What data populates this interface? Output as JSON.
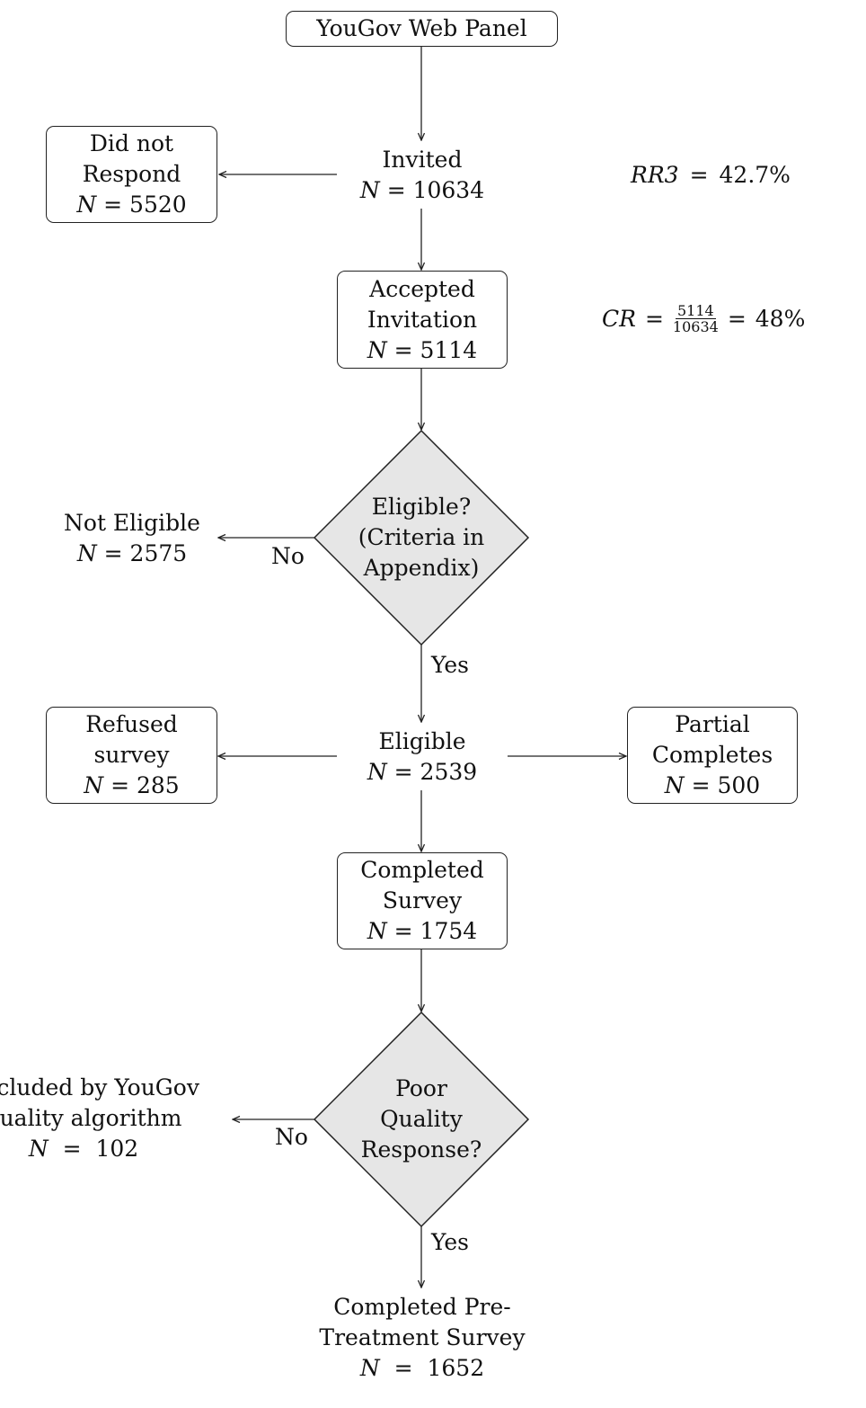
{
  "diagram": {
    "start": {
      "label": "YouGov Web Panel"
    },
    "invited": {
      "label": "Invited",
      "n": "10634"
    },
    "did_not_respond": {
      "line1": "Did not",
      "line2": "Respond",
      "n": "5520"
    },
    "rr3": {
      "var": "RR3",
      "value": "42.7%"
    },
    "accepted": {
      "line1": "Accepted",
      "line2": "Invitation",
      "n": "5114"
    },
    "cr": {
      "var": "CR",
      "numerator": "5114",
      "denominator": "10634",
      "value": "48%"
    },
    "eligible_decision": {
      "line1": "Eligible?",
      "line2": "(Criteria in",
      "line3": "Appendix)"
    },
    "not_eligible": {
      "label": "Not Eligible",
      "n": "2575"
    },
    "eligible": {
      "label": "Eligible",
      "n": "2539"
    },
    "refused": {
      "line1": "Refused",
      "line2": "survey",
      "n": "285"
    },
    "partial": {
      "line1": "Partial",
      "line2": "Completes",
      "n": "500"
    },
    "completed": {
      "line1": "Completed",
      "line2": "Survey",
      "n": "1754"
    },
    "quality_decision": {
      "line1": "Poor",
      "line2": "Quality",
      "line3": "Response?"
    },
    "excluded": {
      "line1": "Excluded by YouGov",
      "line2": "quality algorithm",
      "n": "102"
    },
    "final": {
      "line1": "Completed Pre-",
      "line2": "Treatment Survey",
      "n": "1652"
    },
    "edge_labels": {
      "no_1": "No",
      "yes_1": "Yes",
      "no_2": "No",
      "yes_2": "Yes"
    },
    "n_symbol": "N",
    "equals": "="
  }
}
